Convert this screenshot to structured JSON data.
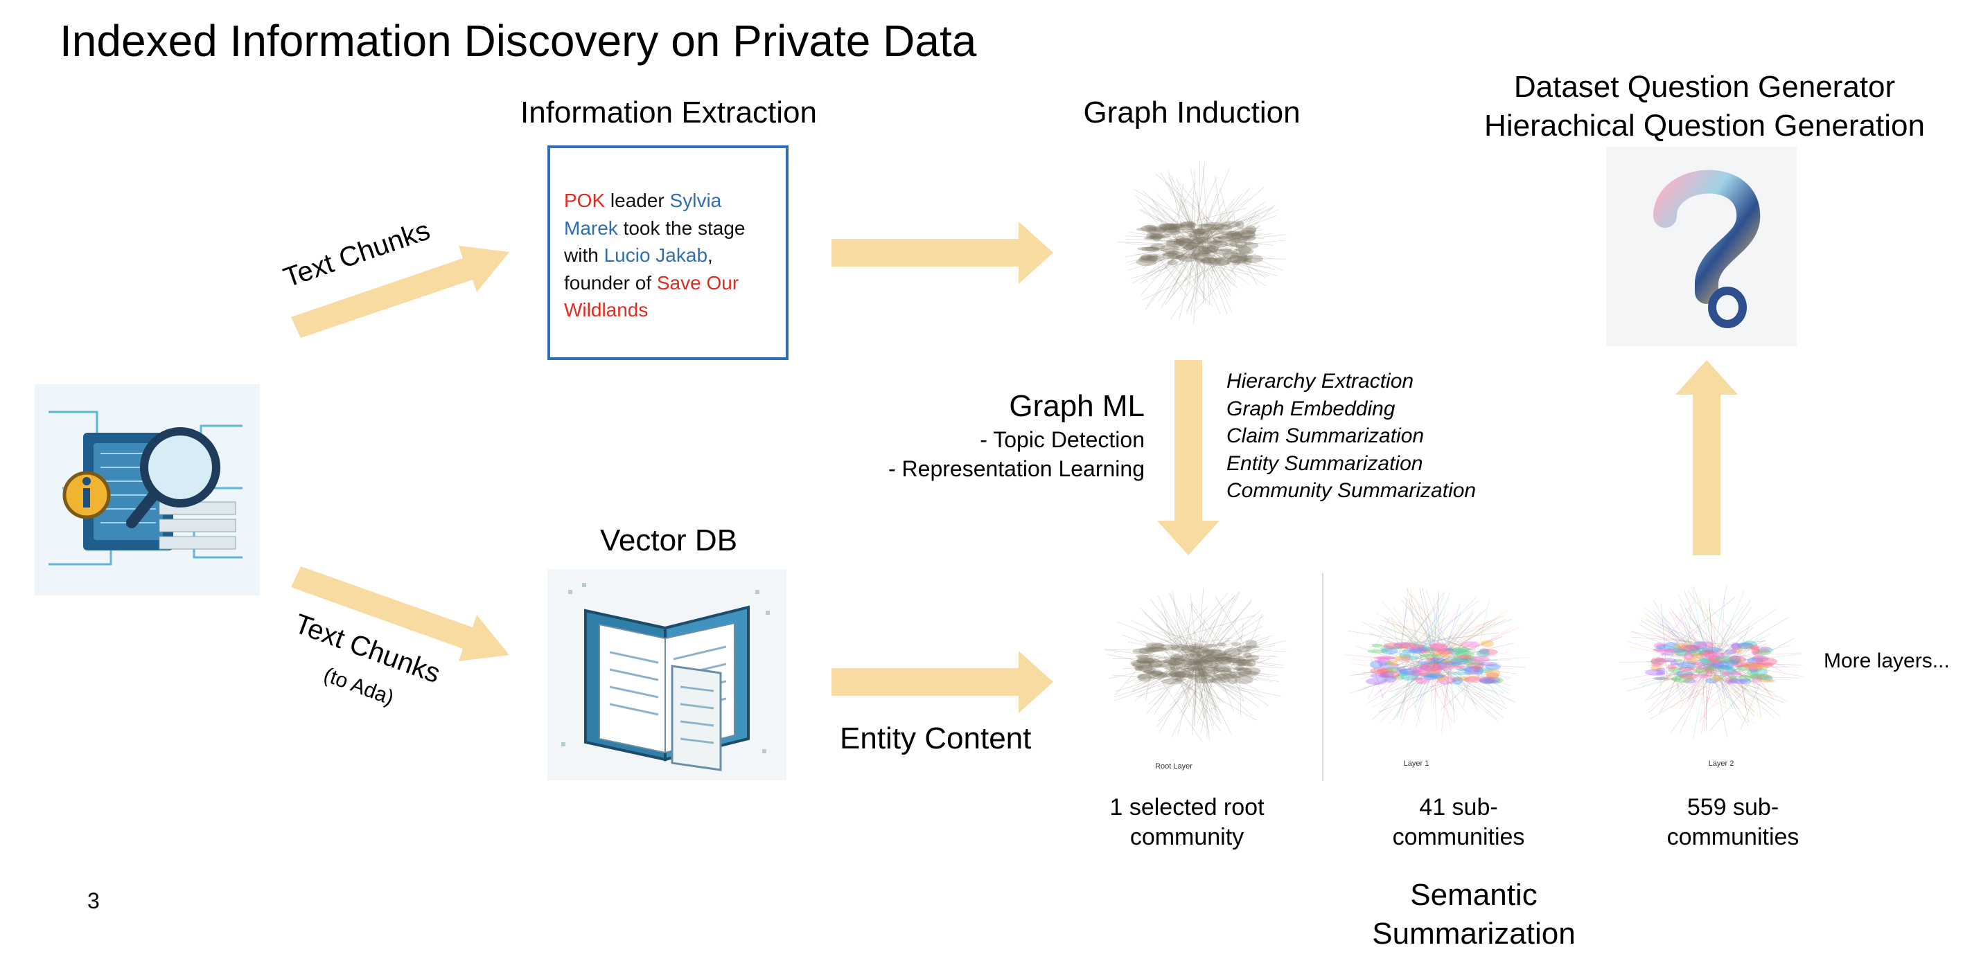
{
  "title": "Indexed Information Discovery on Private Data",
  "page_number": "3",
  "colors": {
    "arrow": "#f8dba0",
    "box_border": "#2f6eb4",
    "entity_org": "#e02b1f",
    "entity_person": "#2f6eb4"
  },
  "info_extraction": {
    "heading": "Information Extraction",
    "sample": {
      "org1": "POK",
      "t1": " leader ",
      "person1_a": "Sylvia",
      "person1_b": "Marek",
      "t2": " took the stage",
      "t3": "with ",
      "person2": "Lucio Jakab",
      "t4": ",",
      "t5": "founder of ",
      "org2_a": "Save Our",
      "org2_b": "Wildlands"
    }
  },
  "graph_induction": {
    "heading": "Graph Induction"
  },
  "question_gen": {
    "line1": "Dataset Question Generator",
    "line2": "Hierachical Question Generation"
  },
  "vector_db": {
    "heading": "Vector DB"
  },
  "text_chunks_top": "Text Chunks",
  "text_chunks_bottom": {
    "label": "Text Chunks",
    "sub": "(to Ada)"
  },
  "graph_ml": {
    "title": "Graph ML",
    "items": [
      "- Topic Detection",
      "- Representation Learning"
    ]
  },
  "steps": [
    "Hierarchy Extraction",
    "Graph Embedding",
    "Claim Summarization",
    "Entity Summarization",
    "Community Summarization"
  ],
  "entity_content": "Entity Content",
  "layers": [
    {
      "label": "Root Layer",
      "caption1": "1 selected root",
      "caption2": "community"
    },
    {
      "label": "Layer 1",
      "caption1": "41 sub-",
      "caption2": "communities"
    },
    {
      "label": "Layer 2",
      "caption1": "559 sub-",
      "caption2": "communities"
    }
  ],
  "more_layers": "More layers...",
  "semantic": {
    "line1": "Semantic",
    "line2": "Summarization"
  },
  "icons": [
    "data-discovery-icon",
    "vector-db-icon",
    "question-mark-icon",
    "graph-icon"
  ]
}
